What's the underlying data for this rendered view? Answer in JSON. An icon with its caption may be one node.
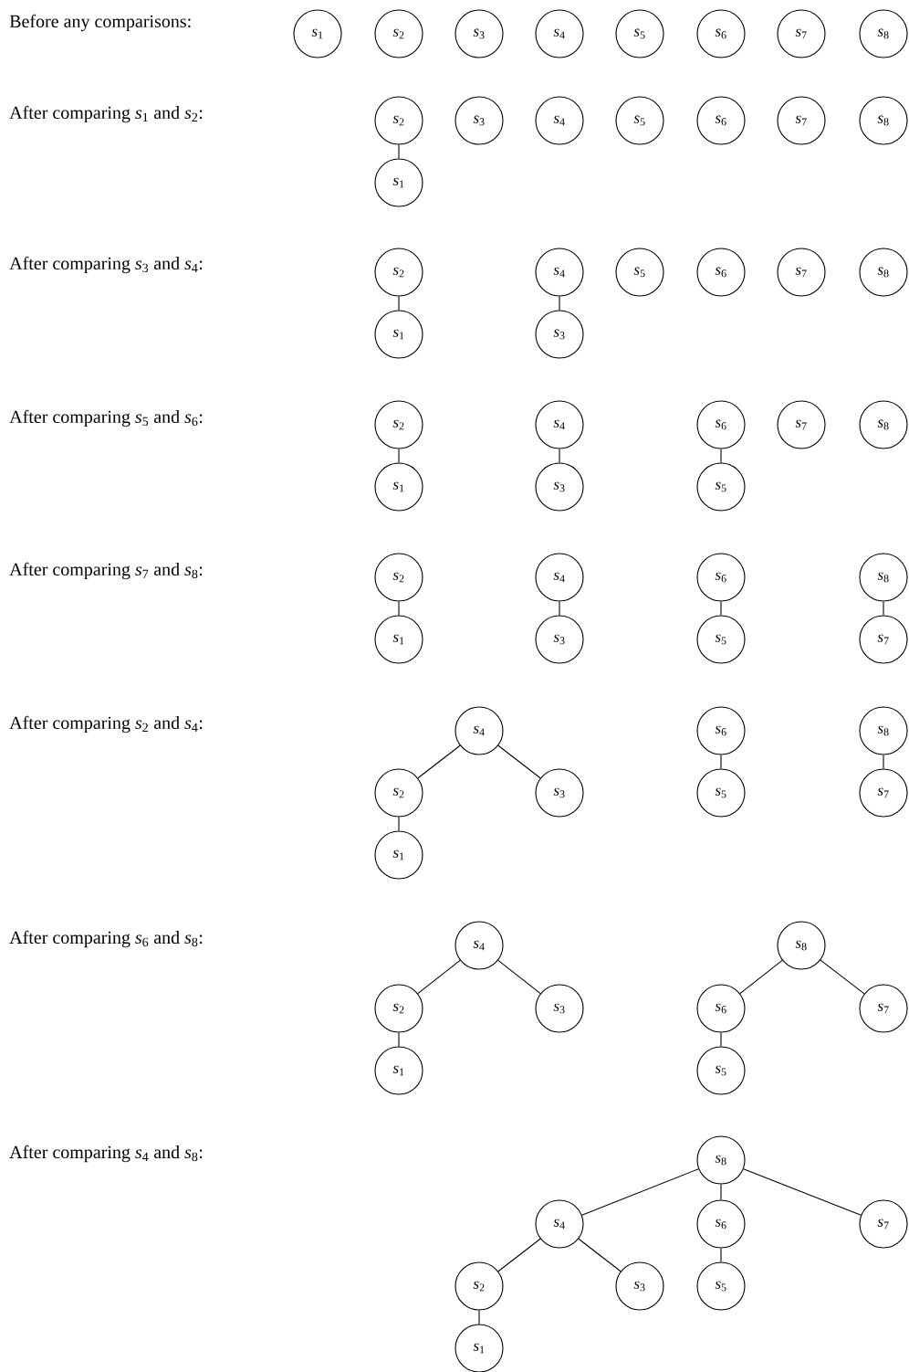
{
  "diagram": {
    "nodes": [
      {
        "text": [
          "*s*$_{1}$"
        ]
      },
      {
        "text": [
          "*s*$_{2}$"
        ]
      },
      {
        "text": [
          "*s*$_{3}$"
        ]
      },
      {
        "text": [
          "*s*$_{4}$"
        ]
      },
      {
        "text": [
          "*s*$_{5}$"
        ]
      },
      {
        "text": [
          "*s*$_{6}$"
        ]
      },
      {
        "text": [
          "*s*$_{7}$"
        ]
      },
      {
        "text": [
          "*s*$_{8}$"
        ]
      },
      {
        "text": [
          "*s*$_{2}$"
        ]
      },
      {
        "text": [
          "*s*$_{3}$"
        ]
      },
      {
        "text": [
          "*s*$_{4}$"
        ]
      },
      {
        "text": [
          "*s*$_{5}$"
        ]
      },
      {
        "text": [
          "*s*$_{6}$"
        ]
      },
      {
        "text": [
          "*s*$_{7}$"
        ]
      },
      {
        "text": [
          "*s*$_{8}$"
        ]
      },
      {
        "text": [
          "*s*$_{1}$"
        ]
      },
      {
        "text": [
          "*s*$_{2}$"
        ]
      },
      {
        "text": [
          "*s*$_{4}$"
        ]
      },
      {
        "text": [
          "*s*$_{5}$"
        ]
      },
      {
        "text": [
          "*s*$_{6}$"
        ]
      },
      {
        "text": [
          "*s*$_{7}$"
        ]
      },
      {
        "text": [
          "*s*$_{8}$"
        ]
      },
      {
        "text": [
          "*s*$_{1}$"
        ]
      },
      {
        "text": [
          "*s*$_{3}$"
        ]
      },
      {
        "text": [
          "*s*$_{2}$"
        ]
      },
      {
        "text": [
          "*s*$_{4}$"
        ]
      },
      {
        "text": [
          "*s*$_{6}$"
        ]
      },
      {
        "text": [
          "*s*$_{7}$"
        ]
      },
      {
        "text": [
          "*s*$_{8}$"
        ]
      },
      {
        "text": [
          "*s*$_{1}$"
        ]
      },
      {
        "text": [
          "*s*$_{3}$"
        ]
      },
      {
        "text": [
          "*s*$_{5}$"
        ]
      },
      {
        "text": [
          "*s*$_{2}$"
        ]
      },
      {
        "text": [
          "*s*$_{4}$"
        ]
      },
      {
        "text": [
          "*s*$_{6}$"
        ]
      },
      {
        "text": [
          "*s*$_{8}$"
        ]
      },
      {
        "text": [
          "*s*$_{1}$"
        ]
      },
      {
        "text": [
          "*s*$_{3}$"
        ]
      },
      {
        "text": [
          "*s*$_{5}$"
        ]
      },
      {
        "text": [
          "*s*$_{7}$"
        ]
      },
      {
        "text": [
          "*s*$_{4}$"
        ]
      },
      {
        "text": [
          "*s*$_{6}$"
        ]
      },
      {
        "text": [
          "*s*$_{8}$"
        ]
      },
      {
        "text": [
          "*s*$_{2}$"
        ]
      },
      {
        "text": [
          "*s*$_{3}$"
        ]
      },
      {
        "text": [
          "*s*$_{5}$"
        ]
      },
      {
        "text": [
          "*s*$_{7}$"
        ]
      },
      {
        "text": [
          "*s*$_{1}$"
        ]
      },
      {
        "text": [
          "*s*$_{4}$"
        ]
      },
      {
        "text": [
          "*s*$_{8}$"
        ]
      },
      {
        "text": [
          "*s*$_{2}$"
        ]
      },
      {
        "text": [
          "*s*$_{3}$"
        ]
      },
      {
        "text": [
          "*s*$_{6}$"
        ]
      },
      {
        "text": [
          "*s*$_{7}$"
        ]
      },
      {
        "text": [
          "*s*$_{1}$"
        ]
      },
      {
        "text": [
          "*s*$_{5}$"
        ]
      },
      {
        "text": [
          "*s*$_{8}$"
        ]
      },
      {
        "text": [
          "*s*$_{4}$"
        ]
      },
      {
        "text": [
          "*s*$_{6}$"
        ]
      },
      {
        "text": [
          "*s*$_{7}$"
        ]
      },
      {
        "text": [
          "*s*$_{2}$"
        ]
      },
      {
        "text": [
          "*s*$_{3}$"
        ]
      },
      {
        "text": [
          "*s*$_{5}$"
        ]
      },
      {
        "text": [
          "*s*$_{1}$"
        ]
      }
    ],
    "edges": [
      {
        "from": 8,
        "to": 15,
        "arrow": "none"
      },
      {
        "from": 16,
        "to": 22,
        "arrow": "none"
      },
      {
        "from": 17,
        "to": 23,
        "arrow": "none"
      },
      {
        "from": 24,
        "to": 29,
        "arrow": "none"
      },
      {
        "from": 25,
        "to": 30,
        "arrow": "none"
      },
      {
        "from": 26,
        "to": 31,
        "arrow": "none"
      },
      {
        "from": 32,
        "to": 36,
        "arrow": "none"
      },
      {
        "from": 33,
        "to": 37,
        "arrow": "none"
      },
      {
        "from": 34,
        "to": 38,
        "arrow": "none"
      },
      {
        "from": 35,
        "to": 39,
        "arrow": "none"
      },
      {
        "from": 40,
        "to": 43,
        "arrow": "none"
      },
      {
        "from": 40,
        "to": 44,
        "arrow": "none"
      },
      {
        "from": 41,
        "to": 45,
        "arrow": "none"
      },
      {
        "from": 42,
        "to": 46,
        "arrow": "none"
      },
      {
        "from": 43,
        "to": 47,
        "arrow": "none"
      },
      {
        "from": 48,
        "to": 50,
        "arrow": "none"
      },
      {
        "from": 48,
        "to": 51,
        "arrow": "none"
      },
      {
        "from": 49,
        "to": 52,
        "arrow": "none"
      },
      {
        "from": 49,
        "to": 53,
        "arrow": "none"
      },
      {
        "from": 50,
        "to": 54,
        "arrow": "none"
      },
      {
        "from": 52,
        "to": 55,
        "arrow": "none"
      },
      {
        "from": 56,
        "to": 57,
        "arrow": "none"
      },
      {
        "from": 56,
        "to": 58,
        "arrow": "none"
      },
      {
        "from": 56,
        "to": 59,
        "arrow": "none"
      },
      {
        "from": 57,
        "to": 60,
        "arrow": "none"
      },
      {
        "from": 57,
        "to": 61,
        "arrow": "none"
      },
      {
        "from": 58,
        "to": 62,
        "arrow": "none"
      },
      {
        "from": 60,
        "to": 63,
        "arrow": "none"
      }
    ],
    "labels": [
      "Before any comparisons:",
      "After comparing *s*$_{1}$ and *s*$_{2}$:",
      "After comparing *s*$_{3}$ and *s*$_{4}$:",
      "After comparing *s*$_{5}$ and *s*$_{6}$:",
      "After comparing *s*$_{7}$ and *s*$_{8}$:",
      "After comparing *s*$_{2}$ and *s*$_{4}$:",
      "After comparing *s*$_{6}$ and *s*$_{8}$:",
      "After comparing *s*$_{4}$ and *s*$_{8}$:"
    ]
  }
}
